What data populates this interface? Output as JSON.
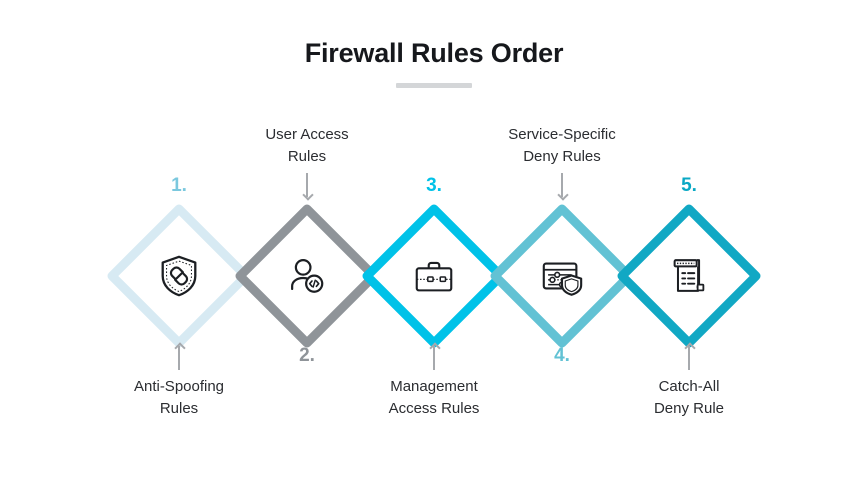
{
  "header": {
    "title": "Firewall Rules Order",
    "underline_color": "#d4d6d8"
  },
  "palette": {
    "step1": "#d7eaf3",
    "step2": "#8f9499",
    "step3": "#00c2e8",
    "step4": "#62c2d4",
    "step5": "#11a8c4",
    "number1": "#7bc8de",
    "number2": "#8f9499",
    "number3": "#00c2e8",
    "number4": "#62c2d4",
    "number5": "#0aa8c4",
    "icon_stroke": "#1c1f23",
    "label_text": "#2b2d31",
    "connector": "#a6a9ad"
  },
  "steps": [
    {
      "number": "1.",
      "label_line1": "Anti-Spoofing",
      "label_line2": "Rules",
      "icon": "shield-link-icon",
      "position": "label-below",
      "diamond_color": "#d7eaf3",
      "number_color": "#7bc8de"
    },
    {
      "number": "2.",
      "label_line1": "User Access",
      "label_line2": "Rules",
      "icon": "user-code-icon",
      "position": "label-above",
      "diamond_color": "#8f9499",
      "number_color": "#8f9499"
    },
    {
      "number": "3.",
      "label_line1": "Management",
      "label_line2": "Access Rules",
      "icon": "briefcase-icon",
      "position": "label-below",
      "diamond_color": "#00c2e8",
      "number_color": "#00c2e8"
    },
    {
      "number": "4.",
      "label_line1": "Service-Specific",
      "label_line2": "Deny Rules",
      "icon": "settings-shield-icon",
      "position": "label-above",
      "diamond_color": "#62c2d4",
      "number_color": "#62c2d4"
    },
    {
      "number": "5.",
      "label_line1": "Catch-All",
      "label_line2": "Deny Rule",
      "icon": "scroll-document-icon",
      "position": "label-below",
      "diamond_color": "#11a8c4",
      "number_color": "#0aa8c4"
    }
  ]
}
